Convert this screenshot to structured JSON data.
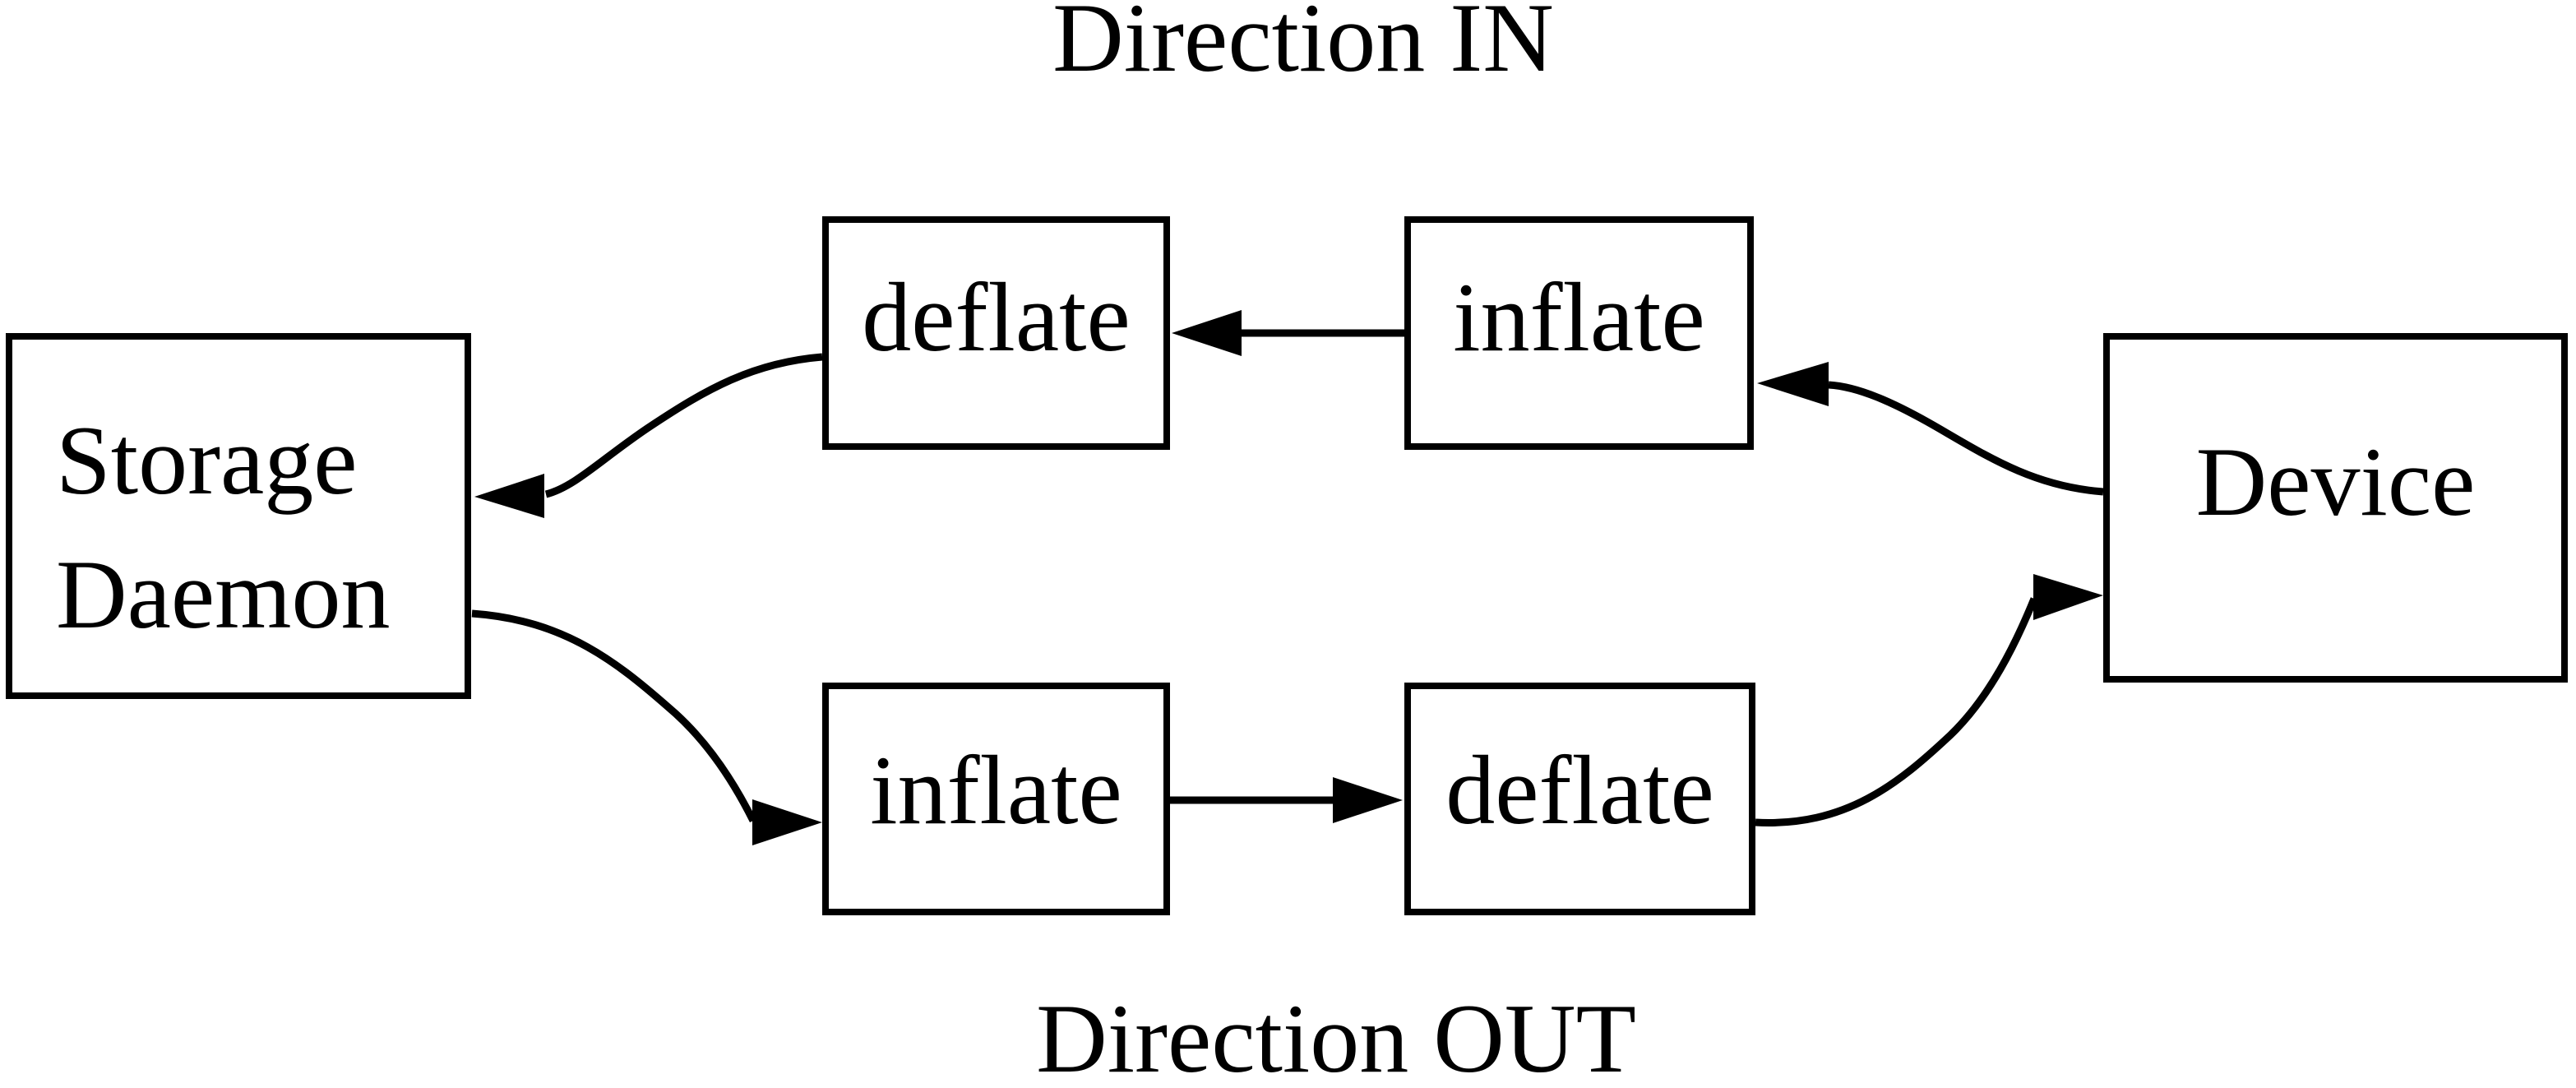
{
  "diagram": {
    "title_top": "Direction IN",
    "title_bottom": "Direction OUT",
    "nodes": {
      "storage_daemon": {
        "label_line1": "Storage",
        "label_line2": "Daemon"
      },
      "deflate_in": {
        "label": "deflate"
      },
      "inflate_in": {
        "label": "inflate"
      },
      "inflate_out": {
        "label": "inflate"
      },
      "deflate_out": {
        "label": "deflate"
      },
      "device": {
        "label": "Device"
      }
    },
    "flows": {
      "in": "Device -> inflate -> deflate -> Storage Daemon",
      "out": "Storage Daemon -> inflate -> deflate -> Device"
    },
    "colors": {
      "line": "#000000",
      "background": "#ffffff",
      "text": "#000000"
    }
  }
}
